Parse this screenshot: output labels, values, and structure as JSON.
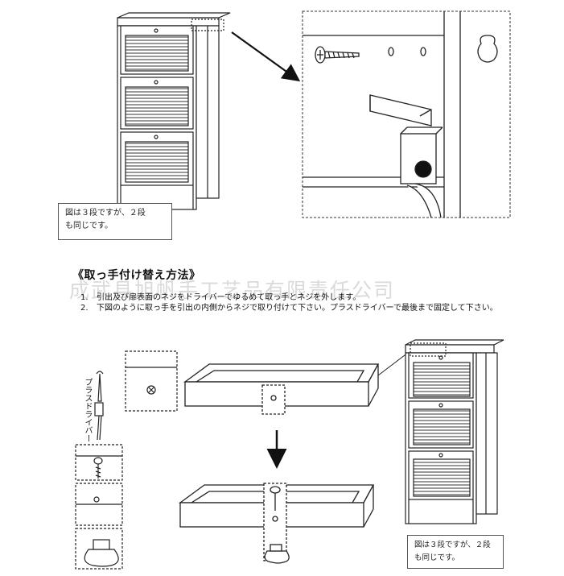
{
  "note_top": {
    "line1": "図は３段ですが、２段",
    "line2": "も同じです。"
  },
  "section_title": "《取っ手付け替え方法》",
  "watermark": "成武县旭帆手工艺品有限责任公司",
  "steps": [
    {
      "num": "1.",
      "text": "引出及び扉表面のネジをドライバーでゆるめて取っ手とネジを外します。"
    },
    {
      "num": "2.",
      "text": "下図のように取っ手を引出の内側からネジで取り付けて下さい。プラスドライバーで最後まで固定して下さい。"
    }
  ],
  "tool_label": "プラスドライバー",
  "note_bottom": {
    "line1": "図は３段ですが、２段",
    "line2": "も同じです。"
  }
}
